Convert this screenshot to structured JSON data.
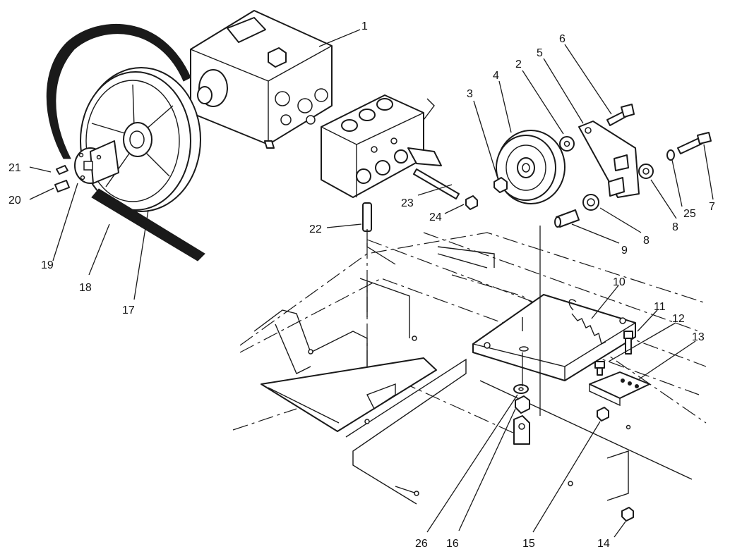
{
  "diagram": {
    "callouts": [
      {
        "id": "c1",
        "text": "1"
      },
      {
        "id": "c2",
        "text": "2"
      },
      {
        "id": "c3",
        "text": "3"
      },
      {
        "id": "c4",
        "text": "4"
      },
      {
        "id": "c5",
        "text": "5"
      },
      {
        "id": "c6",
        "text": "6"
      },
      {
        "id": "c7",
        "text": "7"
      },
      {
        "id": "c8a",
        "text": "8"
      },
      {
        "id": "c8b",
        "text": "8"
      },
      {
        "id": "c9",
        "text": "9"
      },
      {
        "id": "c10",
        "text": "10"
      },
      {
        "id": "c11",
        "text": "11"
      },
      {
        "id": "c12",
        "text": "12"
      },
      {
        "id": "c13",
        "text": "13"
      },
      {
        "id": "c14",
        "text": "14"
      },
      {
        "id": "c15",
        "text": "15"
      },
      {
        "id": "c16",
        "text": "16"
      },
      {
        "id": "c17",
        "text": "17"
      },
      {
        "id": "c18",
        "text": "18"
      },
      {
        "id": "c19",
        "text": "19"
      },
      {
        "id": "c20",
        "text": "20"
      },
      {
        "id": "c21",
        "text": "21"
      },
      {
        "id": "c22",
        "text": "22"
      },
      {
        "id": "c23",
        "text": "23"
      },
      {
        "id": "c24",
        "text": "24"
      },
      {
        "id": "c25",
        "text": "25"
      },
      {
        "id": "c26",
        "text": "26"
      }
    ]
  }
}
